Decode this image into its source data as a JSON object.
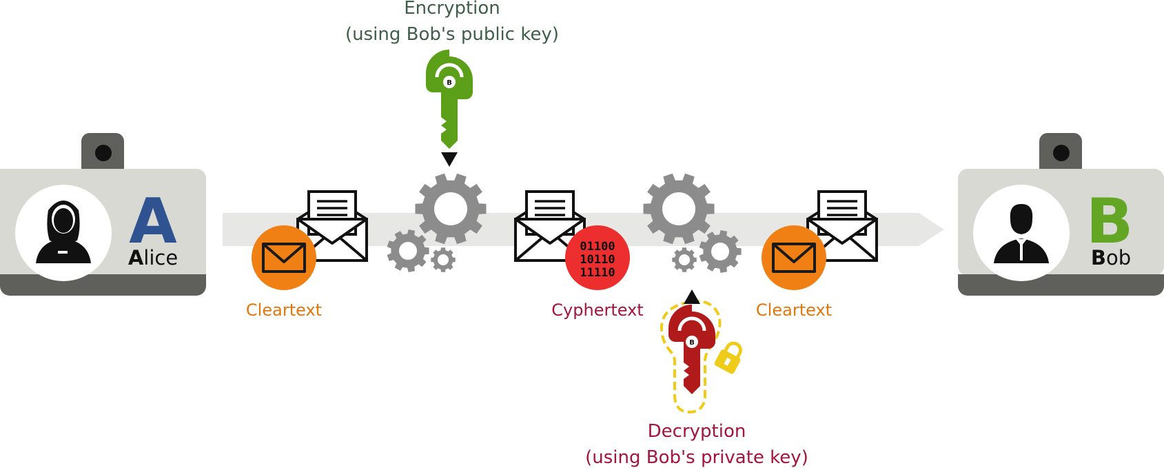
{
  "encryption": {
    "title": "Encryption",
    "subtitle": "(using Bob's public key)",
    "color": "#3f5f4a",
    "key_color": "#5ba018",
    "key_badge": "B"
  },
  "decryption": {
    "title": "Decryption",
    "subtitle": "(using Bob's private key)",
    "color": "#a3153c",
    "key_color": "#b01a1a",
    "lock_color": "#f0cc1a",
    "key_badge": "B"
  },
  "alice": {
    "letter": "A",
    "name_first": "A",
    "name_rest": "lice",
    "letter_color": "#2f5391"
  },
  "bob": {
    "letter": "B",
    "name_first": "B",
    "name_rest": "ob",
    "letter_color": "#62a623"
  },
  "labels": {
    "cleartext_left": "Cleartext",
    "cyphertext": "Cyphertext",
    "cleartext_right": "Cleartext"
  },
  "cipher_bits": [
    "01100",
    "10110",
    "11110"
  ],
  "colors": {
    "cleartext": "#e0780f",
    "cleartext_badge": "#f08014",
    "cyphertext": "#a3153c",
    "cypher_badge": "#ec2e2e",
    "gear": "#8c8c8c",
    "arrow": "#e3e3e1",
    "card": "#d9d9d4",
    "card_base": "#5f605c"
  }
}
